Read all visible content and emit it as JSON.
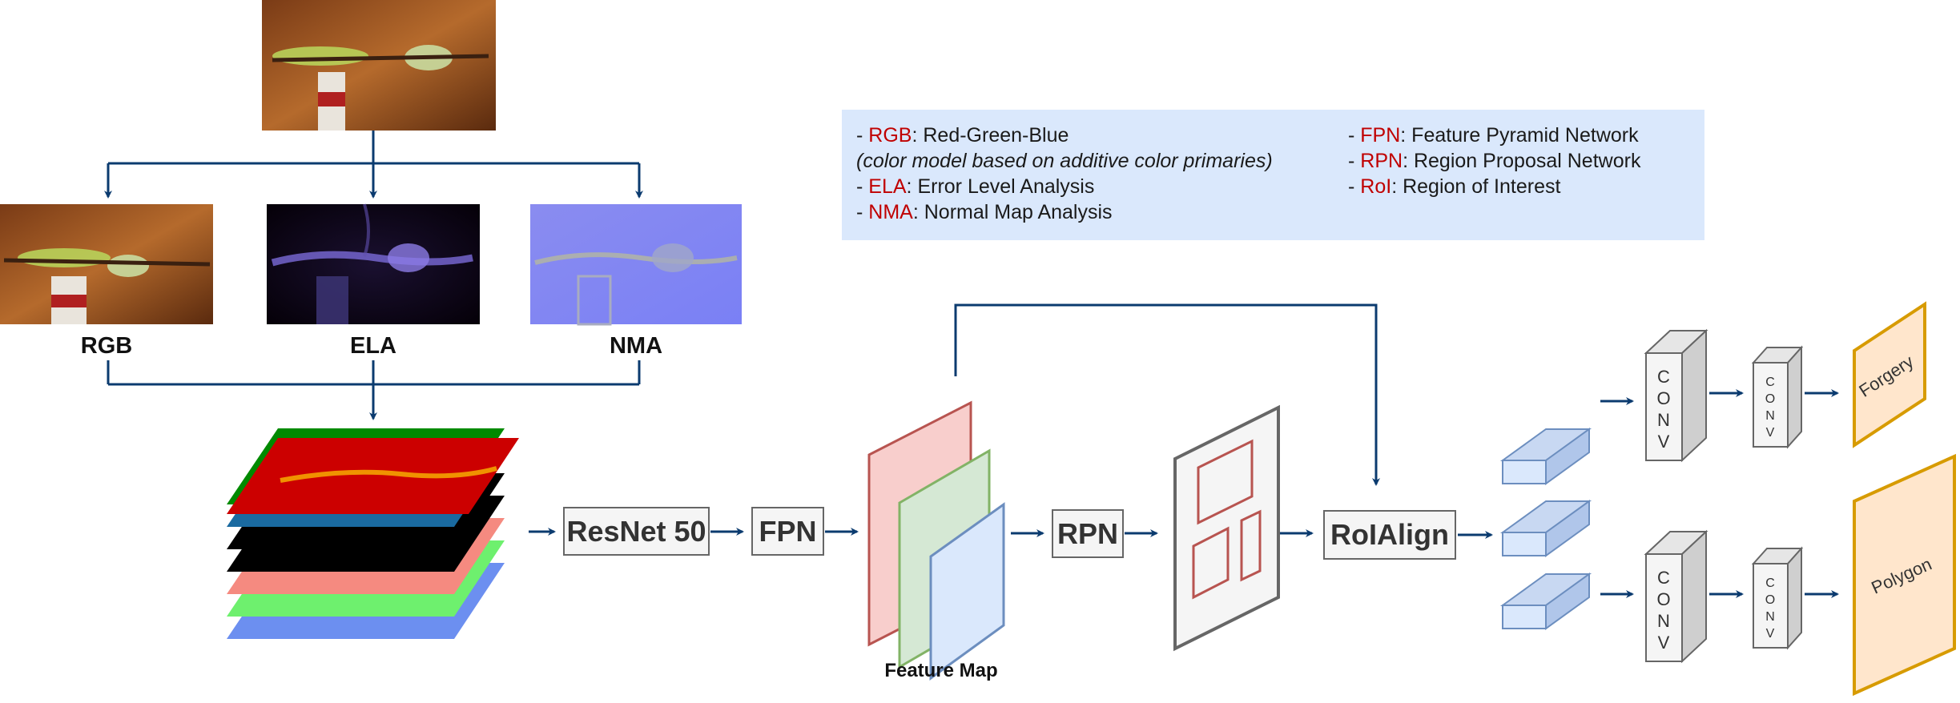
{
  "legend": {
    "left": [
      {
        "prefix": "- ",
        "abbr": "RGB",
        "text": ": Red-Green-Blue"
      },
      {
        "note": "(color model based on additive color primaries)"
      },
      {
        "prefix": "- ",
        "abbr": "ELA",
        "text": ": Error Level Analysis"
      },
      {
        "prefix": "- ",
        "abbr": "NMA",
        "text": ": Normal Map Analysis"
      }
    ],
    "right": [
      {
        "prefix": "- ",
        "abbr": "FPN",
        "text": ": Feature Pyramid Network"
      },
      {
        "prefix": "- ",
        "abbr": "RPN",
        "text": ": Region Proposal Network"
      },
      {
        "prefix": "- ",
        "abbr": "RoI",
        "text": ": Region of Interest"
      }
    ]
  },
  "inputs": {
    "rgb_label": "RGB",
    "ela_label": "ELA",
    "nma_label": "NMA"
  },
  "process": {
    "resnet": "ResNet 50",
    "fpn": "FPN",
    "rpn": "RPN",
    "roialign": "RoIAlign",
    "feature_map": "Feature Map"
  },
  "heads": {
    "conv_label": "CONV",
    "forgery": "Forgery",
    "polygon": "Polygon"
  },
  "colors": {
    "arrow": "#0b3b6f",
    "abbr": "#c00000",
    "legend_bg": "#dae8fc",
    "fm_red": "#f8cecc",
    "fm_green": "#d5e8d4",
    "fm_blue": "#dae8fc",
    "output_fill": "#ffe6cc",
    "output_border": "#d79b00"
  }
}
